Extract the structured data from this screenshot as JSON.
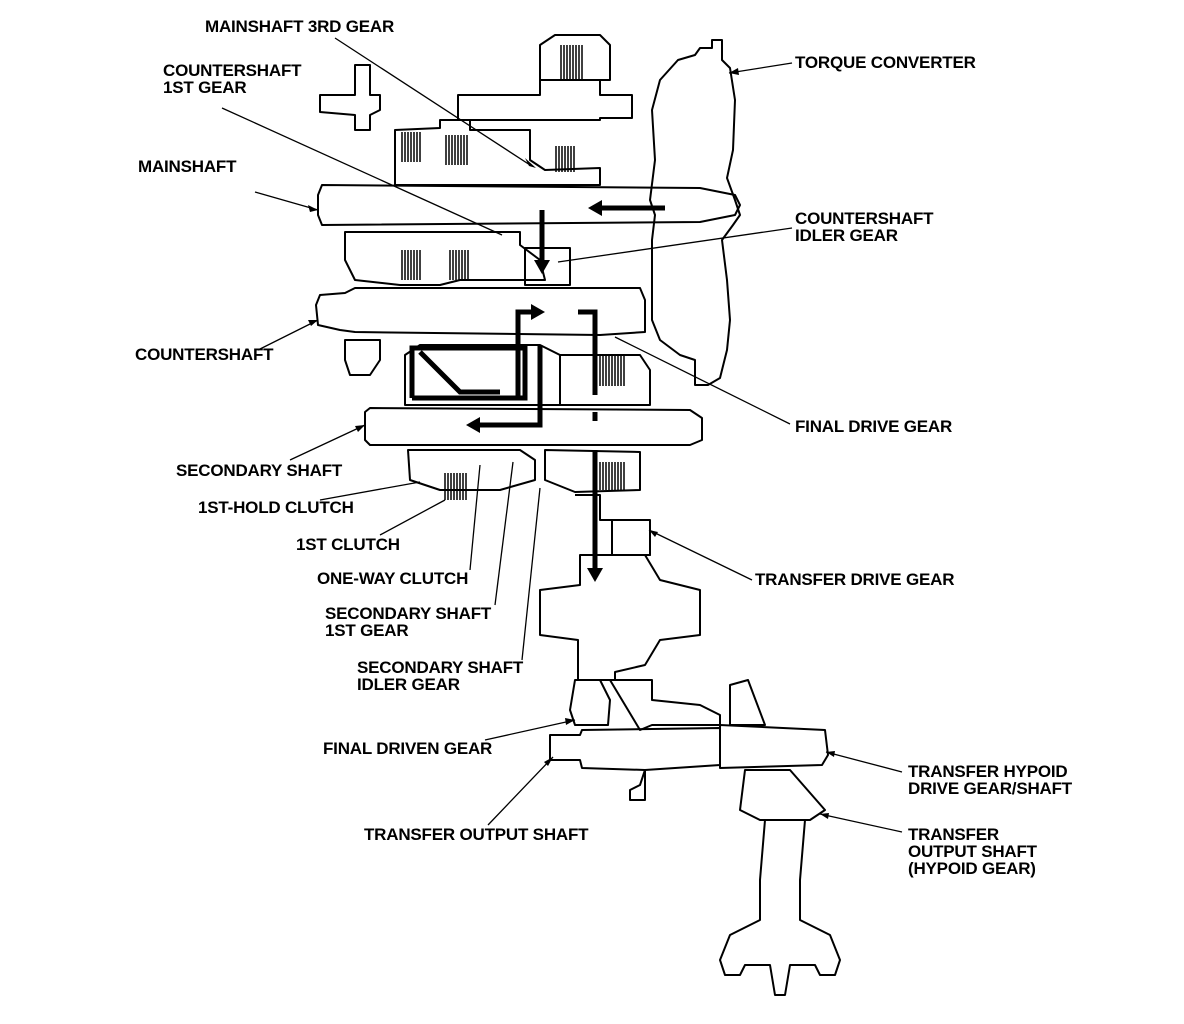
{
  "diagram": {
    "labels": {
      "mainshaft_3rd_gear": [
        "MAINSHAFT 3RD GEAR"
      ],
      "countershaft_1st_gear": [
        "COUNTERSHAFT",
        "1ST GEAR"
      ],
      "mainshaft": [
        "MAINSHAFT"
      ],
      "countershaft": [
        "COUNTERSHAFT"
      ],
      "secondary_shaft": [
        "SECONDARY SHAFT"
      ],
      "first_hold_clutch": [
        "1ST-HOLD CLUTCH"
      ],
      "first_clutch": [
        "1ST CLUTCH"
      ],
      "one_way_clutch": [
        "ONE-WAY CLUTCH"
      ],
      "secondary_shaft_1st_gear": [
        "SECONDARY SHAFT",
        "1ST GEAR"
      ],
      "secondary_shaft_idler_gear": [
        "SECONDARY SHAFT",
        "IDLER GEAR"
      ],
      "final_driven_gear": [
        "FINAL DRIVEN GEAR"
      ],
      "transfer_output_shaft": [
        "TRANSFER OUTPUT SHAFT"
      ],
      "torque_converter": [
        "TORQUE CONVERTER"
      ],
      "countershaft_idler_gear": [
        "COUNTERSHAFT",
        "IDLER GEAR"
      ],
      "final_drive_gear": [
        "FINAL DRIVE GEAR"
      ],
      "transfer_drive_gear": [
        "TRANSFER DRIVE GEAR"
      ],
      "transfer_hypoid_drive_gear_shaft": [
        "TRANSFER HYPOID",
        "DRIVE GEAR/SHAFT"
      ],
      "transfer_output_shaft_hypoid": [
        "TRANSFER",
        "OUTPUT SHAFT",
        "(HYPOID GEAR)"
      ]
    }
  }
}
